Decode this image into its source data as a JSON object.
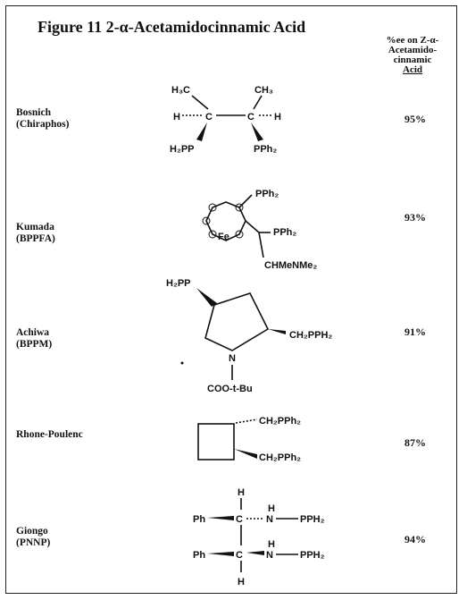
{
  "figure_title": "Figure 11 2-α-Acetamidocinnamic Acid",
  "column_header": {
    "line1": "%ee on Z-α-",
    "line2": "Acetamido-",
    "line3": "cinnamic",
    "line4": "Acid"
  },
  "rows": [
    {
      "name": "Bosnich",
      "ligand": "(Chiraphos)",
      "ee": "95%",
      "labels": {
        "h3c": "H₃C",
        "ch3": "CH₃",
        "h_left": "H",
        "c_left": "C",
        "c_right": "C",
        "h_right": "H",
        "h2pp": "H₂PP",
        "pph2": "PPh₂"
      }
    },
    {
      "name": "Kumada",
      "ligand": "(BPPFA)",
      "ee": "93%",
      "labels": {
        "pph2_top": "PPh₂",
        "fe": "Fe",
        "pph2_right": "PPh₂",
        "chmenme2": "CHMeNMe₂"
      }
    },
    {
      "name": "Achiwa",
      "ligand": "(BPPM)",
      "ee": "91%",
      "labels": {
        "h2pp": "H₂PP",
        "ch2pph2": "CH₂PPH₂",
        "n": "N",
        "coo": "COO-t-Bu"
      }
    },
    {
      "name": "Rhone-Poulenc",
      "ligand": "",
      "ee": "87%",
      "labels": {
        "ch2pph2_top": "CH₂PPh₂",
        "ch2pph2_bottom": "CH₂PPh₂"
      }
    },
    {
      "name": "Giongo",
      "ligand": "(PNNP)",
      "ee": "94%",
      "labels": {
        "h_top": "H",
        "ph_top": "Ph",
        "c_top": "C",
        "nh_h_top": "H",
        "n_top": "N",
        "pph2_top": "PPH₂",
        "ph_bottom": "Ph",
        "c_bottom": "C",
        "nh_h_bottom": "H",
        "n_bottom": "N",
        "pph2_bottom": "PPH₂",
        "h_bottom": "H"
      }
    }
  ]
}
